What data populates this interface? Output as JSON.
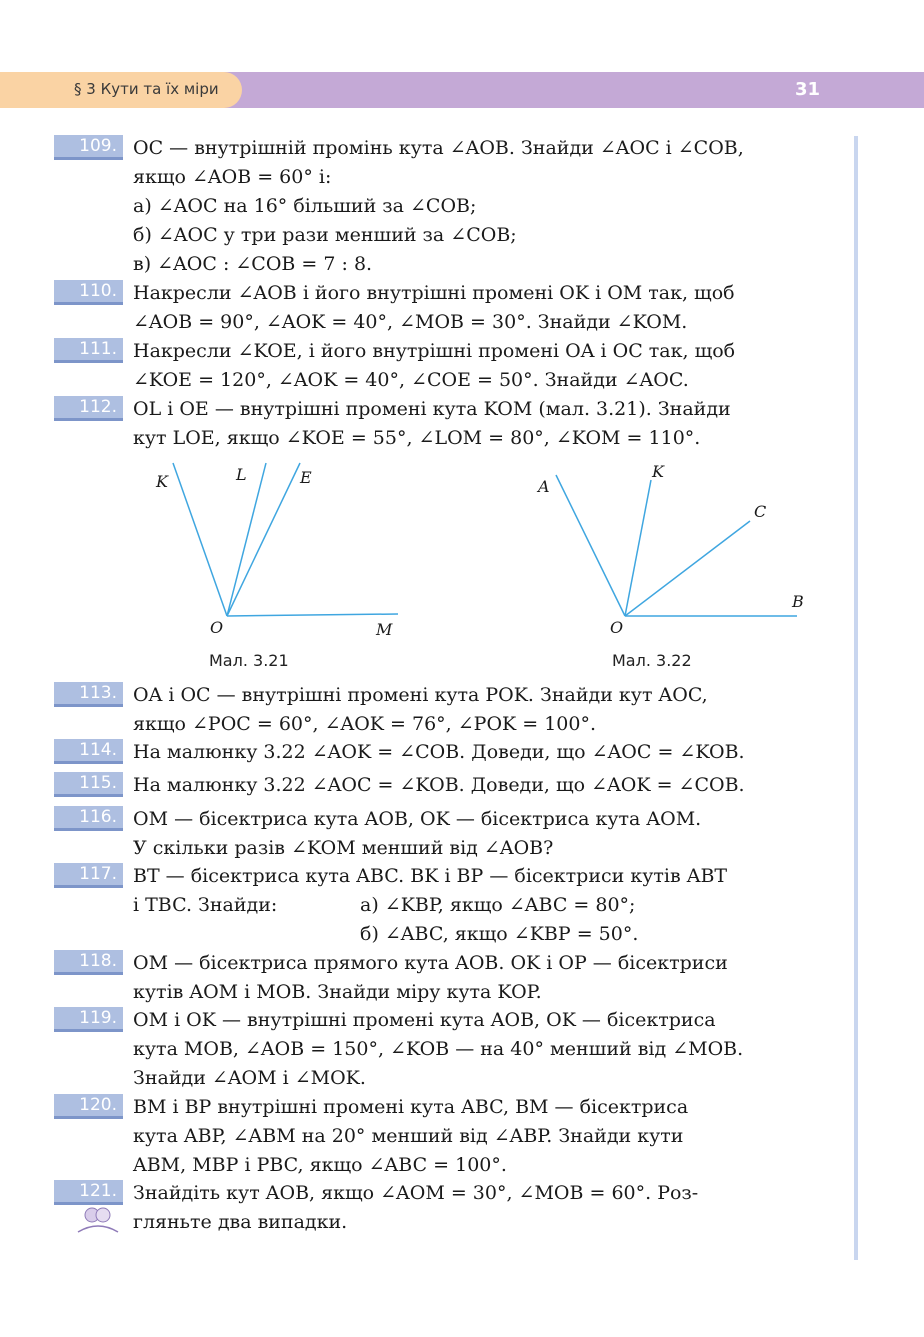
{
  "header": {
    "section_title": "§ 3  Кути та їх міри",
    "page_number": "31"
  },
  "problems": [
    {
      "num": "109.",
      "lines": [
        "OC — внутрішній промінь кута ∠AOB. Знайди ∠AOC і ∠COB,",
        "якщо ∠AOB = 60° і:"
      ],
      "items": [
        "а) ∠AOC на 16° більший за ∠COB;",
        "б) ∠AOC у три рази менший за ∠COB;",
        "в) ∠AOC : ∠COB = 7 : 8."
      ]
    },
    {
      "num": "110.",
      "lines": [
        "Накресли ∠AOB і його внутрішні промені OK і OM так, щоб",
        "∠AOB = 90°, ∠AOK = 40°, ∠MOB = 30°. Знайди ∠KOM."
      ]
    },
    {
      "num": "111.",
      "lines": [
        "Накресли ∠KOE, і його внутрішні промені OA і OC так, щоб",
        "∠KOE = 120°, ∠AOK = 40°, ∠COE = 50°. Знайди ∠AOC."
      ]
    },
    {
      "num": "112.",
      "lines": [
        "OL і OE — внутрішні промені кута KOM (мал. 3.21). Знайди",
        "кут LOE, якщо ∠KOE = 55°, ∠LOM = 80°, ∠KOM = 110°."
      ]
    },
    {
      "num": "113.",
      "lines": [
        "OA і OC — внутрішні промені кута POK. Знайди кут AOC,",
        "якщо ∠POC = 60°, ∠AOK = 76°, ∠POK = 100°."
      ]
    },
    {
      "num": "114.",
      "lines": [
        "На малюнку 3.22 ∠AOK = ∠COB. Доведи, що ∠AOC = ∠KOB."
      ]
    },
    {
      "num": "115.",
      "lines": [
        "На малюнку 3.22 ∠AOC = ∠KOB. Доведи, що ∠AOK = ∠COB."
      ]
    },
    {
      "num": "116.",
      "lines": [
        "OM — бісектриса кута AOB, OK — бісектриса кута AOM.",
        "У скільки разів ∠KOM менший від ∠AOB?"
      ]
    },
    {
      "num": "117.",
      "lines": [
        "BT — бісектриса кута ABC. BK і BP — бісектриси кутів ABT",
        "і TBC. Знайди:"
      ],
      "items": [
        "а) ∠KBP, якщо ∠ABC = 80°;",
        "б) ∠ABC, якщо ∠KBP = 50°."
      ]
    },
    {
      "num": "118.",
      "lines": [
        "OM — бісектриса прямого кута AOB. OK і OP — бісектриси",
        "кутів AOM і MOB. Знайди міру кута KOP."
      ]
    },
    {
      "num": "119.",
      "lines": [
        "OM і OK — внутрішні промені кута AOB, OK — бісектриса",
        "кута MOB, ∠AOB = 150°, ∠KOB — на 40° менший від ∠MOB.",
        "Знайди ∠AOM і ∠MOK."
      ]
    },
    {
      "num": "120.",
      "lines": [
        "BM і BP внутрішні промені кута ABC, BM — бісектриса",
        "кута ABP, ∠ABM на 20° менший від ∠ABP. Знайди кути",
        "ABM, MBP і PBC, якщо ∠ABC = 100°."
      ]
    },
    {
      "num": "121.",
      "lines": [
        "Знайдіть кут AOB, якщо ∠AOM = 30°, ∠MOB = 60°. Роз-",
        "гляньте два випадки."
      ]
    }
  ],
  "figures": [
    {
      "caption": "Мал. 3.21",
      "labels": [
        "K",
        "L",
        "E",
        "O",
        "M"
      ]
    },
    {
      "caption": "Мал. 3.22",
      "labels": [
        "A",
        "K",
        "C",
        "B",
        "O"
      ]
    }
  ],
  "colors": {
    "header_band": "#c4a9d6",
    "header_tab": "#fad3a4",
    "badge": "#aebfe1",
    "ray": "#3fa6e0"
  },
  "icons": {
    "group_work": "group-work-icon"
  }
}
